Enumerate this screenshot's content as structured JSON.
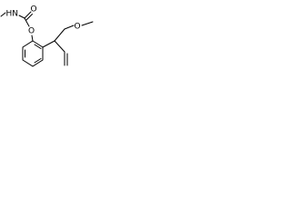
{
  "molecule": {
    "atoms": {
      "nh": "HN",
      "o_carbonyl": "O",
      "o_ester": "O",
      "o_ether": "O"
    }
  }
}
